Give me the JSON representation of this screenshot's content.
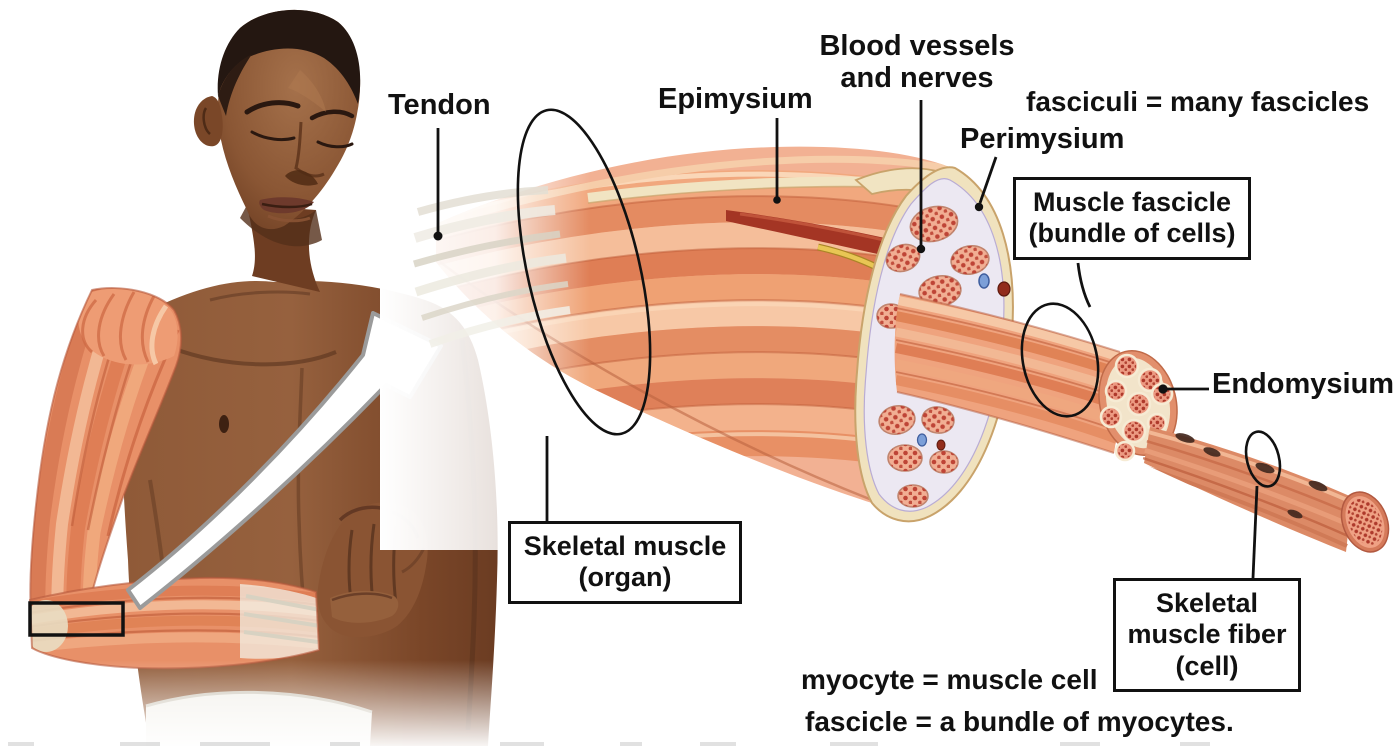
{
  "figure": {
    "subject": "Skeletal muscle connective tissue structure diagram with photo of man flexing arm"
  },
  "labels": {
    "tendon": "Tendon",
    "epimysium": "Epimysium",
    "blood_vessels_nerves": "Blood vessels\nand nerves",
    "fasciculi_definition": "fasciculi = many fascicles",
    "perimysium": "Perimysium",
    "muscle_fascicle_box": "Muscle fascicle\n(bundle of cells)",
    "endomysium": "Endomysium",
    "skeletal_muscle_box": "Skeletal muscle\n(organ)",
    "skeletal_muscle_fiber_box": "Skeletal\nmuscle fiber\n(cell)",
    "myocyte_definition": "myocyte = muscle cell",
    "fascicle_definition": "fascicle = a bundle of myocytes."
  },
  "colors": {
    "label_text": "#111111",
    "annotation_line": "#111111",
    "muscle_salmon": "#EFA077",
    "muscle_highlight": "#F8CFAE",
    "muscle_shadow": "#C9633E",
    "epimysium_cream": "#F0E2BE",
    "cut_face_background": "#ECE8F2",
    "fascicle_fill": "#F1AE93",
    "myofibril_dot_red": "#BE4436",
    "nerve_yellow": "#E2BE4C",
    "blood_vessel_red": "#A43524",
    "blood_vessel_blue": "#7C9FD8",
    "skin_base": "#81492B",
    "skin_highlight": "#A06945",
    "skin_shadow": "#5E3520",
    "arrow_fill": "#FFFFFF",
    "arrow_border": "#9B9B9B"
  }
}
